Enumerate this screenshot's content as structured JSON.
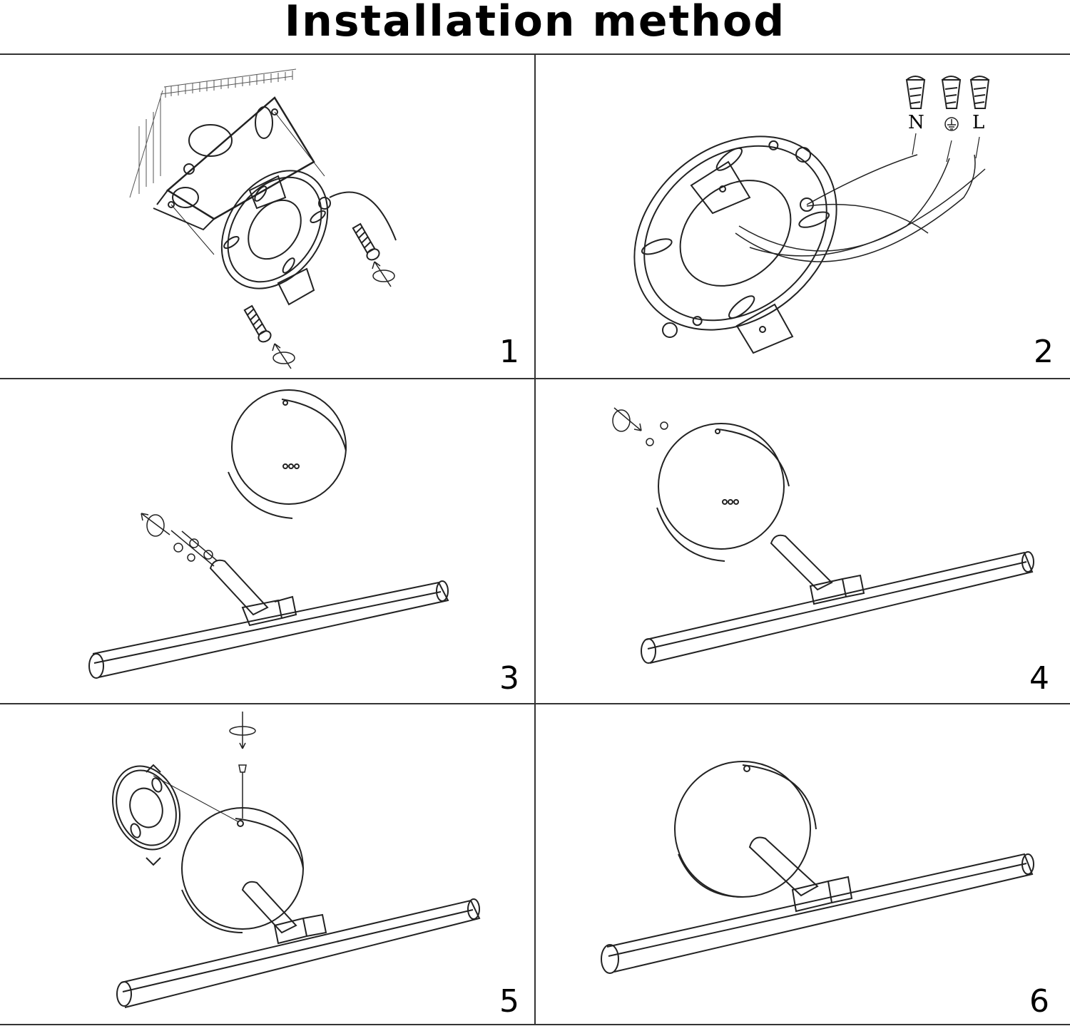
{
  "title": "Installation method",
  "steps": [
    {
      "number": "1"
    },
    {
      "number": "2",
      "wire_labels": [
        "N",
        "L"
      ]
    },
    {
      "number": "3"
    },
    {
      "number": "4"
    },
    {
      "number": "5"
    },
    {
      "number": "6"
    }
  ],
  "icons": [
    "ground-symbol-icon",
    "rotate-arrow-icon",
    "screw-icon",
    "wire-nut-icon"
  ]
}
